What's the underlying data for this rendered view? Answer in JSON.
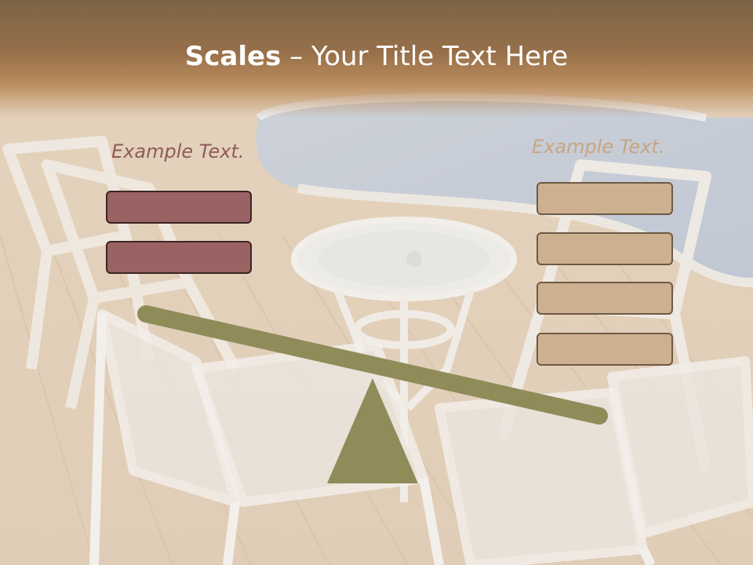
{
  "title": {
    "bold": "Scales",
    "separator": " – ",
    "rest": "Your Title Text Here"
  },
  "left_group": {
    "label": "Example Text.",
    "boxes": 2
  },
  "right_group": {
    "label": "Example Text.",
    "boxes": 4
  },
  "colors": {
    "title_band": "#97704a",
    "left_box_fill": "#9a6263",
    "right_box_fill": "#cdb090",
    "beam": "#8f8c5a",
    "fulcrum": "#8f8c5a"
  }
}
